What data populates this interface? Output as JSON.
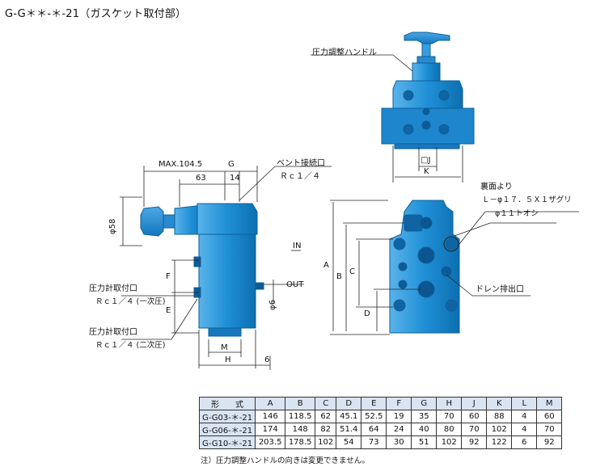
{
  "title": "G-G＊＊-＊-21（ガスケット取付部）",
  "labels": {
    "handle": "圧力調整ハンドル",
    "max": "MAX.104.5",
    "dim63": "63",
    "g": "G",
    "dim14": "14",
    "vent1": "ベント接続口",
    "vent2": "Ｒｃ１／４",
    "dia58": "φ58",
    "in": "IN",
    "out": "OUT",
    "dia6": "φ6",
    "f": "F",
    "e": "E",
    "m": "M",
    "h": "H",
    "six": "6",
    "gauge1a": "圧力計取付口",
    "gauge1b": "Ｒｃ１／４ (一次圧)",
    "gauge2a": "圧力計取付口",
    "gauge2b": "Ｒｃ１／４ (二次圧)",
    "j": "□J",
    "k": "K",
    "a": "A",
    "b": "B",
    "c": "C",
    "d": "D",
    "rear": "裏面より",
    "thread": "Ｌ－φ１７．５Ｘ１ザグリ",
    "hole": "φ１１トオシ",
    "drain": "ドレン排出口"
  },
  "table": {
    "header_label": "形　　式",
    "columns": [
      "A",
      "B",
      "C",
      "D",
      "E",
      "F",
      "G",
      "H",
      "J",
      "K",
      "L",
      "M"
    ],
    "rows": [
      {
        "model": "G-G03-＊-21",
        "values": [
          "146",
          "118.5",
          "62",
          "45.1",
          "52.5",
          "19",
          "35",
          "70",
          "60",
          "88",
          "4",
          "60"
        ]
      },
      {
        "model": "G-G06-＊-21",
        "values": [
          "174",
          "148",
          "82",
          "51.4",
          "64",
          "24",
          "40",
          "80",
          "70",
          "102",
          "4",
          "70"
        ]
      },
      {
        "model": "G-G10-＊-21",
        "values": [
          "203.5",
          "178.5",
          "102",
          "54",
          "73",
          "30",
          "51",
          "102",
          "92",
          "122",
          "6",
          "92"
        ]
      }
    ]
  },
  "note": "注）圧力調整ハンドルの向きは変更できません。",
  "colors": {
    "body": "#1f8fd6",
    "body_light": "#5ab4ea",
    "body_dark": "#0d5f9a",
    "header": "#d9e4f2"
  }
}
